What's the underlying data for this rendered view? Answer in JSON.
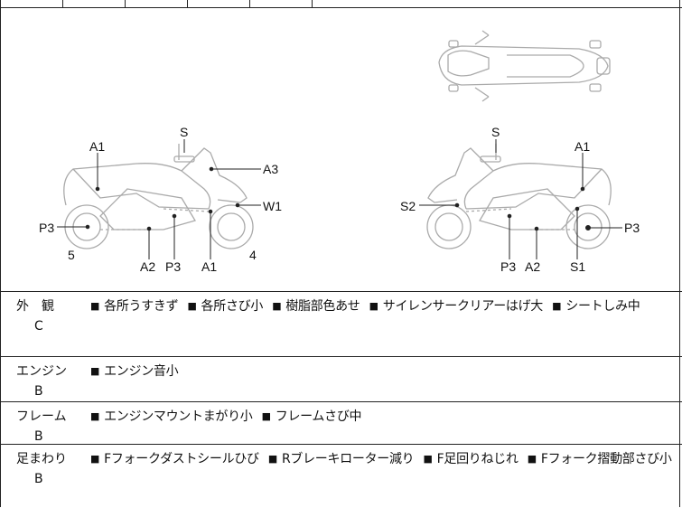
{
  "diagram": {
    "left_labels": {
      "s": "S",
      "a1_top": "A1",
      "a3": "A3",
      "w1": "W1",
      "p3_left": "P3",
      "num5": "5",
      "a2": "A2",
      "p3_bottom": "P3",
      "a1_bottom": "A1",
      "num4": "4"
    },
    "right_labels": {
      "s": "S",
      "a1_top": "A1",
      "s2": "S2",
      "p3_right": "P3",
      "p3_bottom": "P3",
      "a2": "A2",
      "s1": "S1"
    }
  },
  "sections": [
    {
      "title": "外　観",
      "grade": "C",
      "items": [
        "各所うすきず",
        "各所さび小",
        "樹脂部色あせ",
        "サイレンサークリアーはげ大",
        "シートしみ中"
      ]
    },
    {
      "title": "エンジン",
      "grade": "B",
      "items": [
        "エンジン音小"
      ]
    },
    {
      "title": "フレーム",
      "grade": "B",
      "items": [
        "エンジンマウントまがり小",
        "フレームさび中"
      ]
    },
    {
      "title": "足まわり",
      "grade": "B",
      "items": [
        "Fフォークダストシールひび",
        "Rブレーキローター減り",
        "F足回りねじれ",
        "Fフォーク摺動部さび小"
      ]
    }
  ],
  "bullet": "■"
}
